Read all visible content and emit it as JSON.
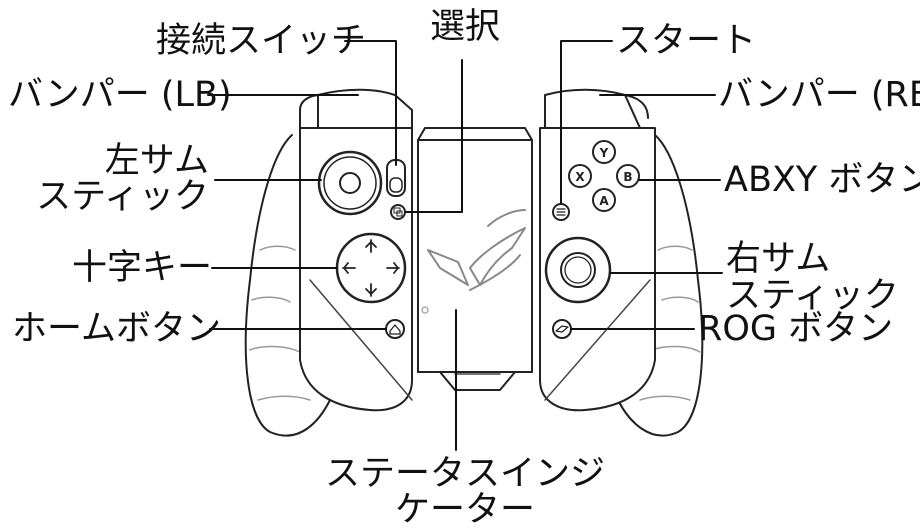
{
  "labels": {
    "connect_switch": "接続スイッチ",
    "select": "選択",
    "start": "スタート",
    "bumper_lb": "バンパー (LB)",
    "bumper_rb": "バンパー (RB)",
    "left_stick_1": "左サム",
    "left_stick_2": "スティック",
    "abxy": "ABXY ボタン",
    "dpad": "十字キー",
    "right_stick_1": "右サム",
    "right_stick_2": "スティック",
    "home": "ホームボタン",
    "rog": "ROG ボタン",
    "status_1": "ステータスインジ",
    "status_2": "ケーター"
  },
  "face_buttons": {
    "y": "Y",
    "x": "X",
    "b": "B",
    "a": "A"
  },
  "icons": [
    "start-menu-icon",
    "select-icon",
    "home-icon",
    "rog-logo-icon"
  ]
}
